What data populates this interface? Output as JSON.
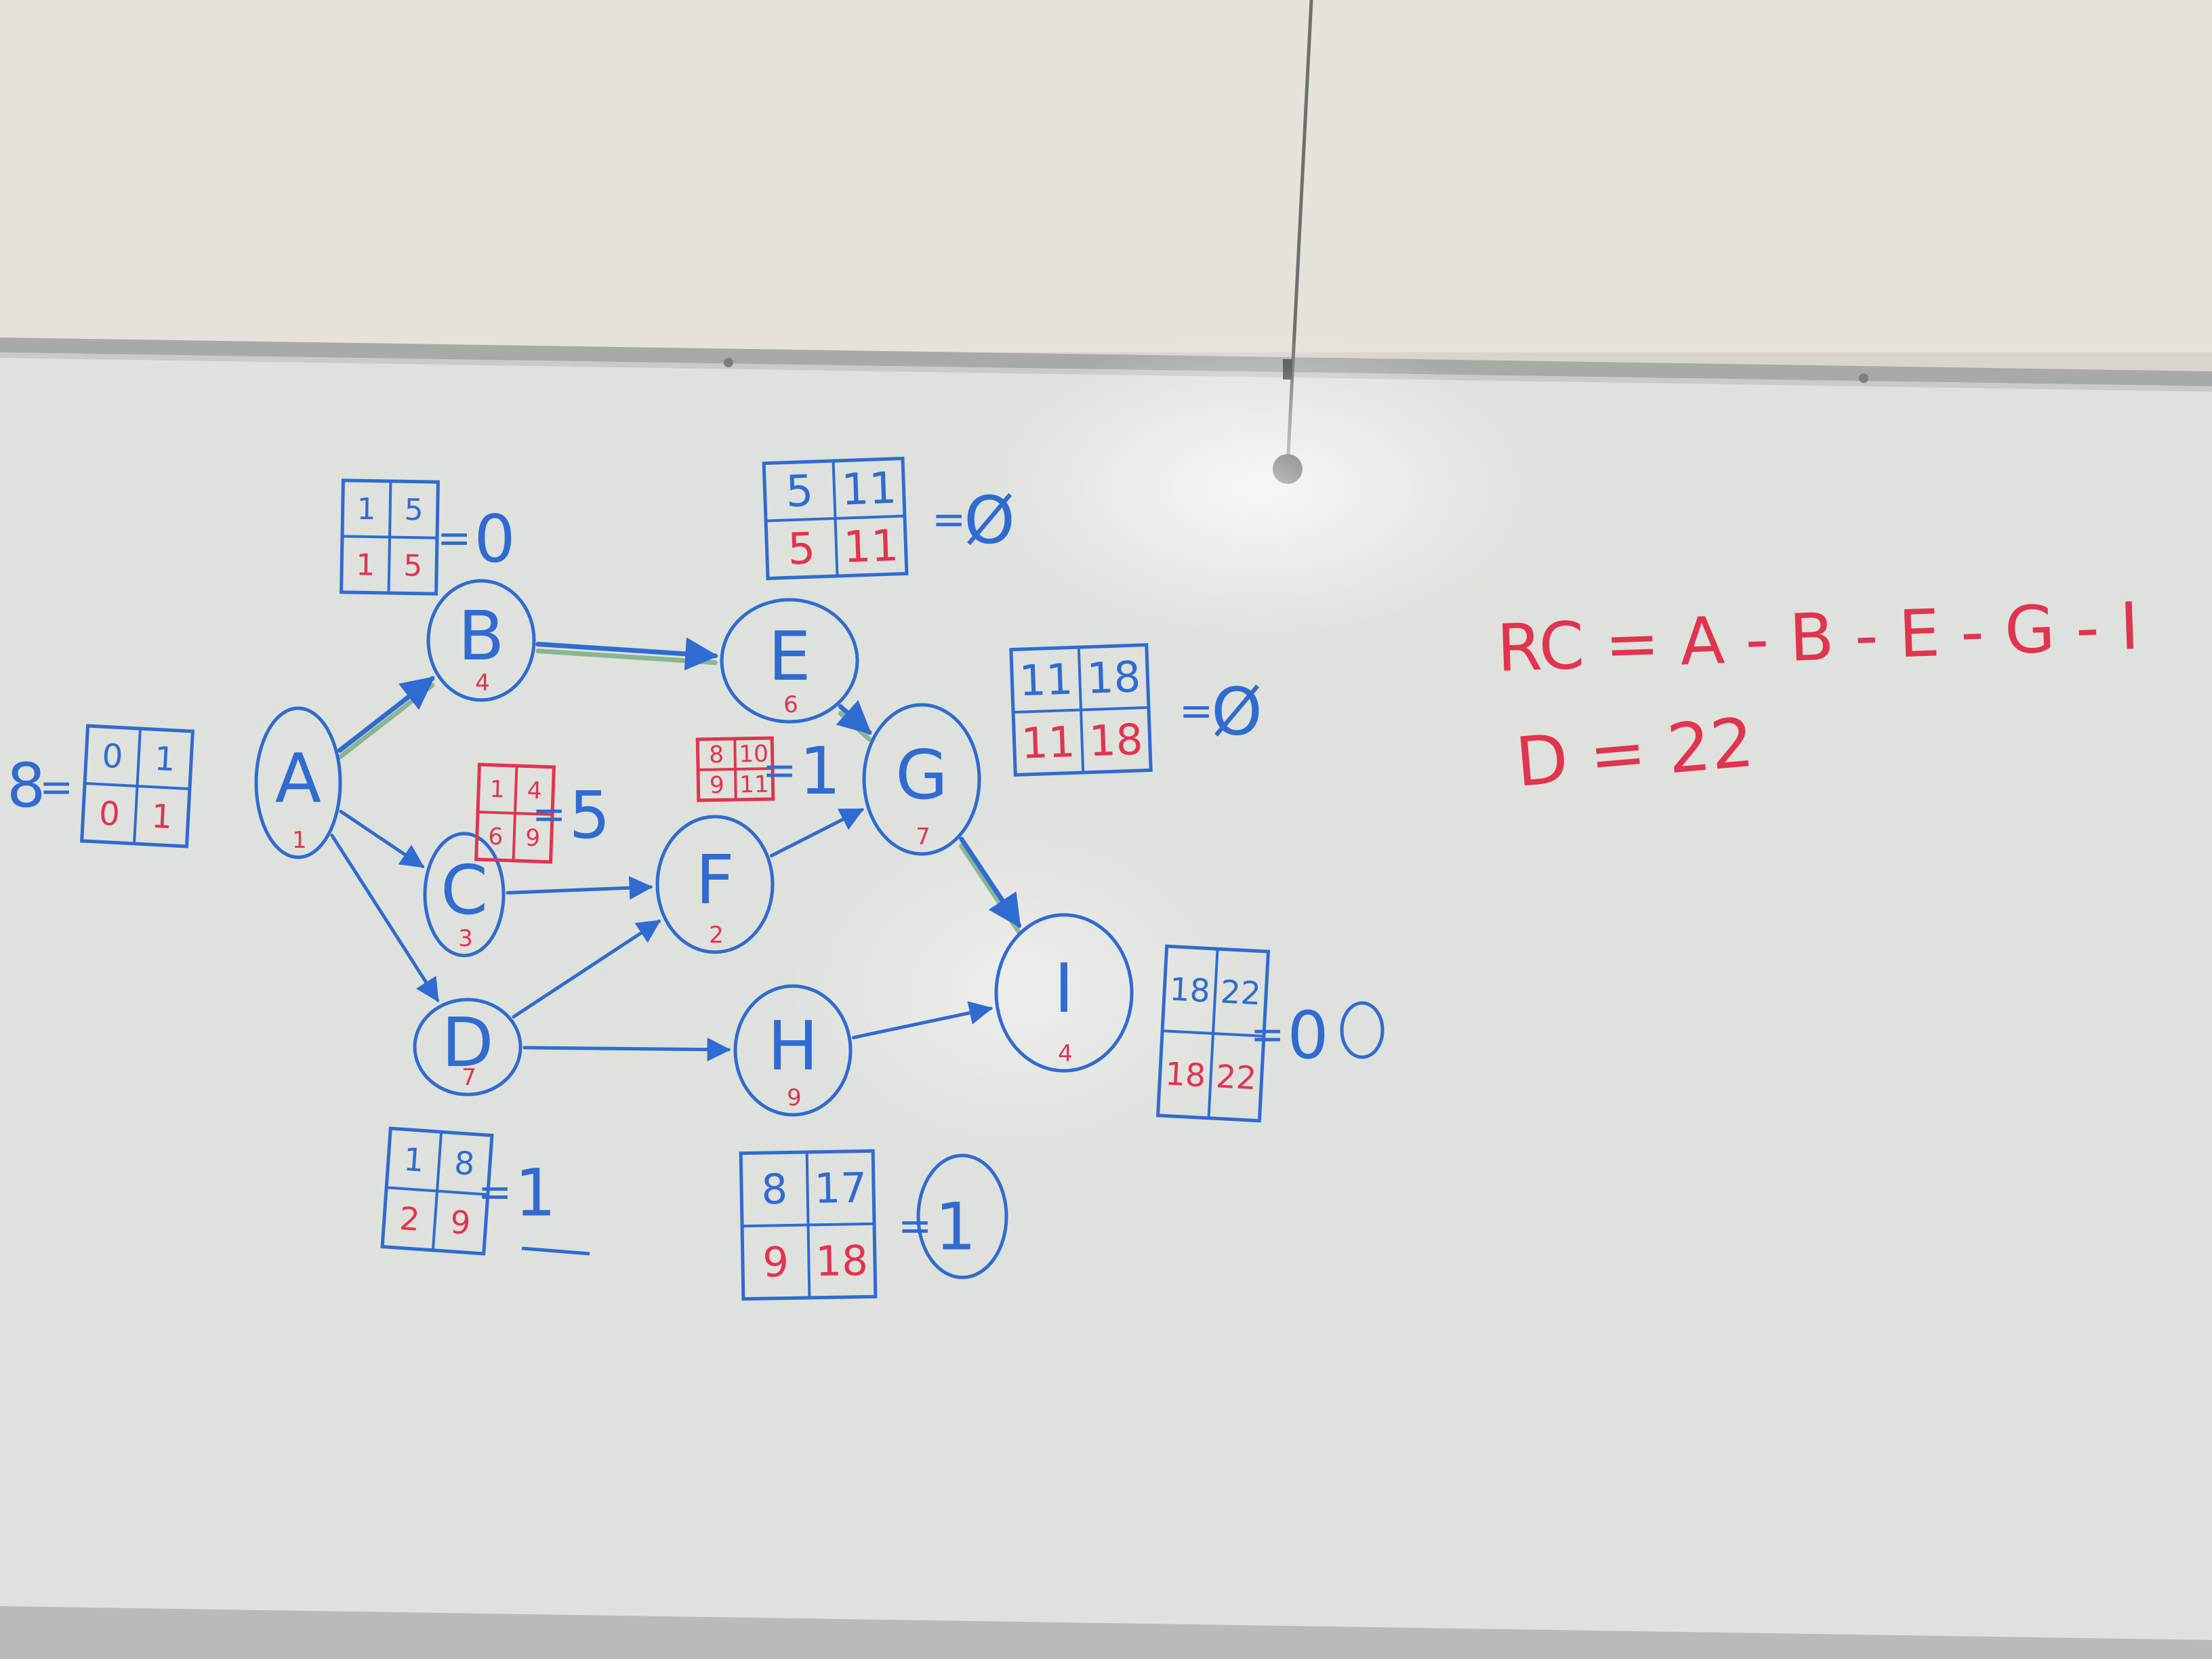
{
  "colors": {
    "wall": "#e6e1da",
    "board": "#dfe1dc",
    "tray": "#a8aaa5",
    "ink_blue": "#2f6bd1",
    "ink_red": "#e0344f",
    "ink_green": "#6ba878"
  },
  "nodes": [
    {
      "id": "A",
      "label": "A",
      "duration": "1"
    },
    {
      "id": "B",
      "label": "B",
      "duration": "4"
    },
    {
      "id": "C",
      "label": "C",
      "duration": "3"
    },
    {
      "id": "D",
      "label": "D",
      "duration": "7"
    },
    {
      "id": "E",
      "label": "E",
      "duration": "6"
    },
    {
      "id": "F",
      "label": "F",
      "duration": "2"
    },
    {
      "id": "G",
      "label": "G",
      "duration": "7"
    },
    {
      "id": "H",
      "label": "H",
      "duration": "9"
    },
    {
      "id": "I",
      "label": "I",
      "duration": "4"
    }
  ],
  "edges": [
    {
      "from": "A",
      "to": "B",
      "critical": true
    },
    {
      "from": "A",
      "to": "C",
      "critical": false
    },
    {
      "from": "A",
      "to": "D",
      "critical": false
    },
    {
      "from": "B",
      "to": "E",
      "critical": true
    },
    {
      "from": "C",
      "to": "F",
      "critical": false
    },
    {
      "from": "D",
      "to": "F",
      "critical": false
    },
    {
      "from": "D",
      "to": "H",
      "critical": false
    },
    {
      "from": "E",
      "to": "G",
      "critical": true
    },
    {
      "from": "F",
      "to": "G",
      "critical": false
    },
    {
      "from": "G",
      "to": "I",
      "critical": true
    },
    {
      "from": "H",
      "to": "I",
      "critical": false
    }
  ],
  "tables": [
    {
      "node": "A",
      "cells": [
        "0",
        "1",
        "0",
        "1"
      ],
      "slack": "",
      "prefix": "8",
      "ink": "blue"
    },
    {
      "node": "B",
      "cells": [
        "1",
        "5",
        "1",
        "5"
      ],
      "slack": "0",
      "ink": "blue"
    },
    {
      "node": "C",
      "cells": [
        "1",
        "4",
        "6",
        "9"
      ],
      "slack": "5",
      "ink": "red"
    },
    {
      "node": "D",
      "cells": [
        "1",
        "8",
        "2",
        "9"
      ],
      "slack": "1",
      "ink": "blue"
    },
    {
      "node": "E",
      "cells": [
        "5",
        "11",
        "5",
        "11"
      ],
      "slack": "Ø",
      "ink": "blue"
    },
    {
      "node": "F",
      "cells": [
        "8",
        "10",
        "9",
        "11"
      ],
      "slack": "1",
      "ink": "red"
    },
    {
      "node": "G",
      "cells": [
        "11",
        "18",
        "11",
        "18"
      ],
      "slack": "Ø",
      "ink": "blue"
    },
    {
      "node": "H",
      "cells": [
        "8",
        "17",
        "9",
        "18"
      ],
      "slack": "1",
      "ink": "blue"
    },
    {
      "node": "I",
      "cells": [
        "18",
        "22",
        "18",
        "22"
      ],
      "slack": "0",
      "ink": "blue"
    }
  ],
  "notes": {
    "critical_path": "RC = A - B - E - G - I",
    "duration": "D = 22"
  }
}
